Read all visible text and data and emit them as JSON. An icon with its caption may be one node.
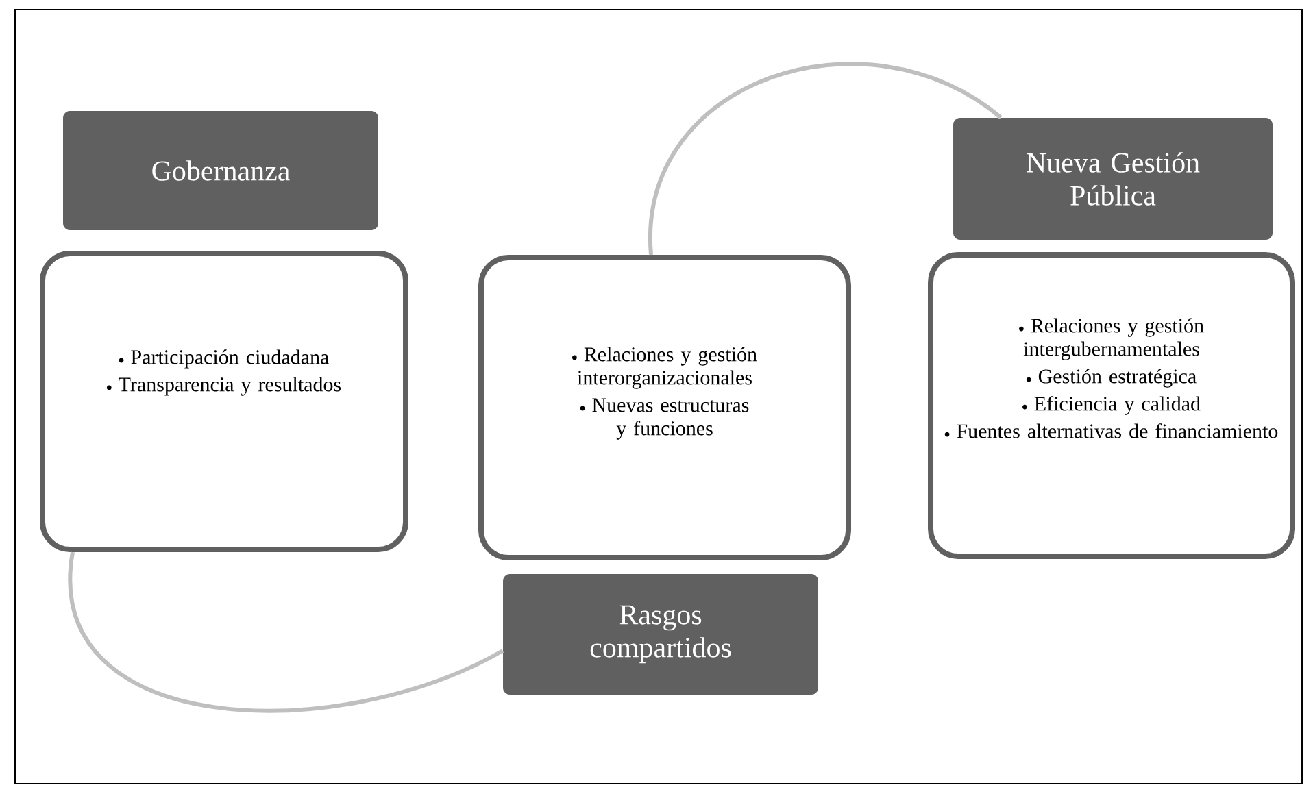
{
  "diagram": {
    "nodes": [
      {
        "text": [
          "Gobernanza"
        ]
      },
      {
        "text": [
          "Participación ciudadana",
          "Transparencia y resultados"
        ]
      },
      {
        "text": [
          "Relaciones y gestión interorganizacionales",
          "Nuevas estructuras y funciones"
        ]
      },
      {
        "text": [
          "Rasgos compartidos"
        ]
      },
      {
        "text": [
          "Nueva Gestión Pública"
        ]
      },
      {
        "text": [
          "Relaciones y gestión intergubernamentales",
          "Gestión estratégica",
          "Eficiencia y calidad",
          "Fuentes alternativas de financiamiento"
        ]
      }
    ],
    "edges": [
      {
        "from": 1,
        "to": 3,
        "arrow": "none"
      },
      {
        "from": 2,
        "to": 4,
        "arrow": "none"
      }
    ]
  }
}
